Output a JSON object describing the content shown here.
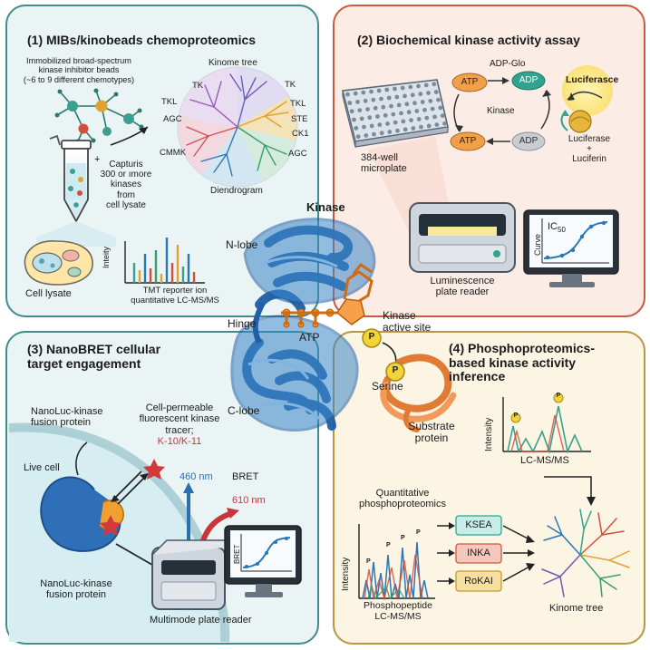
{
  "panels": {
    "p1": {
      "title": "(1) MIBs/kinobeads chemoproteomics",
      "beads_l1": "Immobilized broad-spectrum",
      "beads_l2": "kinase inhibitor beads",
      "beads_l3": "(~6 to 9 different chemotypes)",
      "kinome_tree": "Kinome tree",
      "tk_left": "TK",
      "tkl_left": "TKL",
      "agc_left": "AGC",
      "cmmk": "CMMK",
      "tk_right": "TK",
      "tkl_right": "TKL",
      "ste": "STE",
      "ck1": "CK1",
      "agc_right": "AGC",
      "dendrogram": "Diendrogram",
      "plus": "+",
      "capture_l1": "Capturis",
      "capture_l2": "300 or ımore",
      "capture_l3": "kinases",
      "capture_l4": "from",
      "capture_l5": "cell lysate",
      "cell_lysate": "Cell lysate",
      "intensity": "Inteity",
      "tmt_l1": "TMT reporter ion",
      "tmt_l2": "quantitative LC-MS/MS"
    },
    "p2": {
      "title": "(2) Biochemical kinase activity assay",
      "adp_glo": "ADP-Glo",
      "atp_top": "ATP",
      "adp_top": "ADP",
      "luciferasce": "Luciferasce",
      "kinase": "Kinase",
      "atp_bottom": "ATP",
      "adp_bottom": "ADP",
      "luciferase_l1": "Luciferase",
      "luciferase_plus": "+",
      "luciferin": "Luciferin",
      "microplate_l1": "384-well",
      "microplate_l2": "microplate",
      "reader_l1": "Luminescence",
      "reader_l2": "plate reader",
      "ic50": "IC",
      "ic50_sub": "50",
      "curve": "Curve"
    },
    "center": {
      "kinase_title": "Kinase",
      "n_lobe": "N-lobe",
      "hinge": "Hinge",
      "c_lobe": "C-lobe",
      "atp": "ATP",
      "p": "P",
      "active_l1": "Kinase",
      "active_l2": "active site",
      "serine": "Serine",
      "p_serine": "P",
      "substrate_l1": "Substrate",
      "substrate_l2": "protein"
    },
    "p3": {
      "title_l1": "(3) NanoBRET cellular",
      "title_l2": "target engagement",
      "fusion_top_l1": "NanoLuc-kinase",
      "fusion_top_l2": "fusion protein",
      "tracer_l1": "Cell-permeable",
      "tracer_l2": "fluorescent kinase",
      "tracer_l3": "tracer;",
      "tracer_ids": "K-10/K-11",
      "live_cell": "Live cell",
      "nm460": "460 nm",
      "bret": "BRET",
      "nm610": "610 nm",
      "screen_bret": "BRET",
      "fusion_bottom_l1": "NanoLuc-kinase",
      "fusion_bottom_l2": "fusion protein",
      "plate_reader": "Multimode plate reader"
    },
    "p4": {
      "title_l1": "(4) Phosphoproteomics-",
      "title_l2": "based kinase activity",
      "title_l3": "inference",
      "intensity_top": "Intensity",
      "lcms_top": "LC-MS/MS",
      "p": "P",
      "quant_l1": "Quantitative",
      "quant_l2": "phosphoproteomics",
      "intensity_bottom": "Intensity",
      "phospho_l1": "Phosphopeptide",
      "phospho_l2": "LC-MS/MS",
      "ksea": "KSEA",
      "inka": "INKA",
      "rokai": "RoKAI",
      "kinome_tree": "Kinome tree"
    }
  }
}
